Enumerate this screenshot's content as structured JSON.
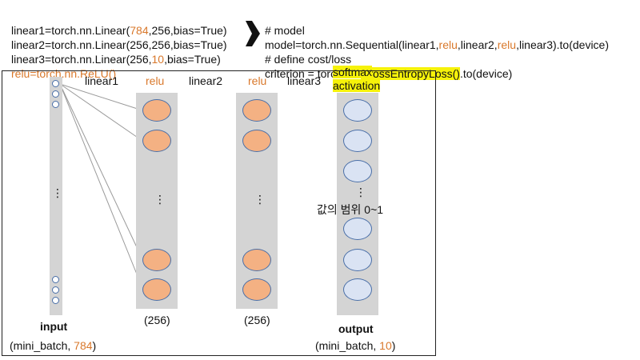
{
  "code_left": {
    "line1_pre": "linear1=torch.nn.Linear(",
    "line1_num": "784",
    "line1_post": ",256,bias=True)",
    "line2": "linear2=torch.nn.Linear(256,256,bias=True)",
    "line3_pre": "linear3=torch.nn.Linear(256,",
    "line3_num": "10",
    "line3_post": ",bias=True)",
    "line4": "relu=torch.nn.ReLU()"
  },
  "code_right": {
    "comment_model": "# model",
    "model_pre": "model=torch.nn.Sequential(linear1,",
    "relu1": "relu",
    "model_mid": ",linear2,",
    "relu2": "relu",
    "model_post": ",linear3).to(device)",
    "comment_loss": "# define cost/loss",
    "criterion_pre": "criterion = torch.nn.",
    "criterion_hl": "CrossEntropyLoss()",
    "criterion_post": ".to(device)"
  },
  "diagram": {
    "layer_labels": [
      "linear1",
      "relu",
      "linear2",
      "relu",
      "linear3"
    ],
    "softmax_line1": "softmax",
    "softmax_line2": "activation",
    "value_range": "값의 범위 0~1",
    "ellipsis": "⋮",
    "input_title": "input",
    "input_shape_pre": "(mini_batch, ",
    "input_shape_num": "784",
    "input_shape_post": ")",
    "hidden1_shape": "(256)",
    "hidden2_shape": "(256)",
    "output_title": "output",
    "output_shape_pre": "(mini_batch, ",
    "output_shape_num": "10",
    "output_shape_post": ")"
  },
  "colors": {
    "accent_orange": "#d9782b",
    "highlight": "#f6f20a",
    "relu_node": "#f4b183",
    "output_node": "#dae3f3",
    "column": "#d4d4d4"
  }
}
